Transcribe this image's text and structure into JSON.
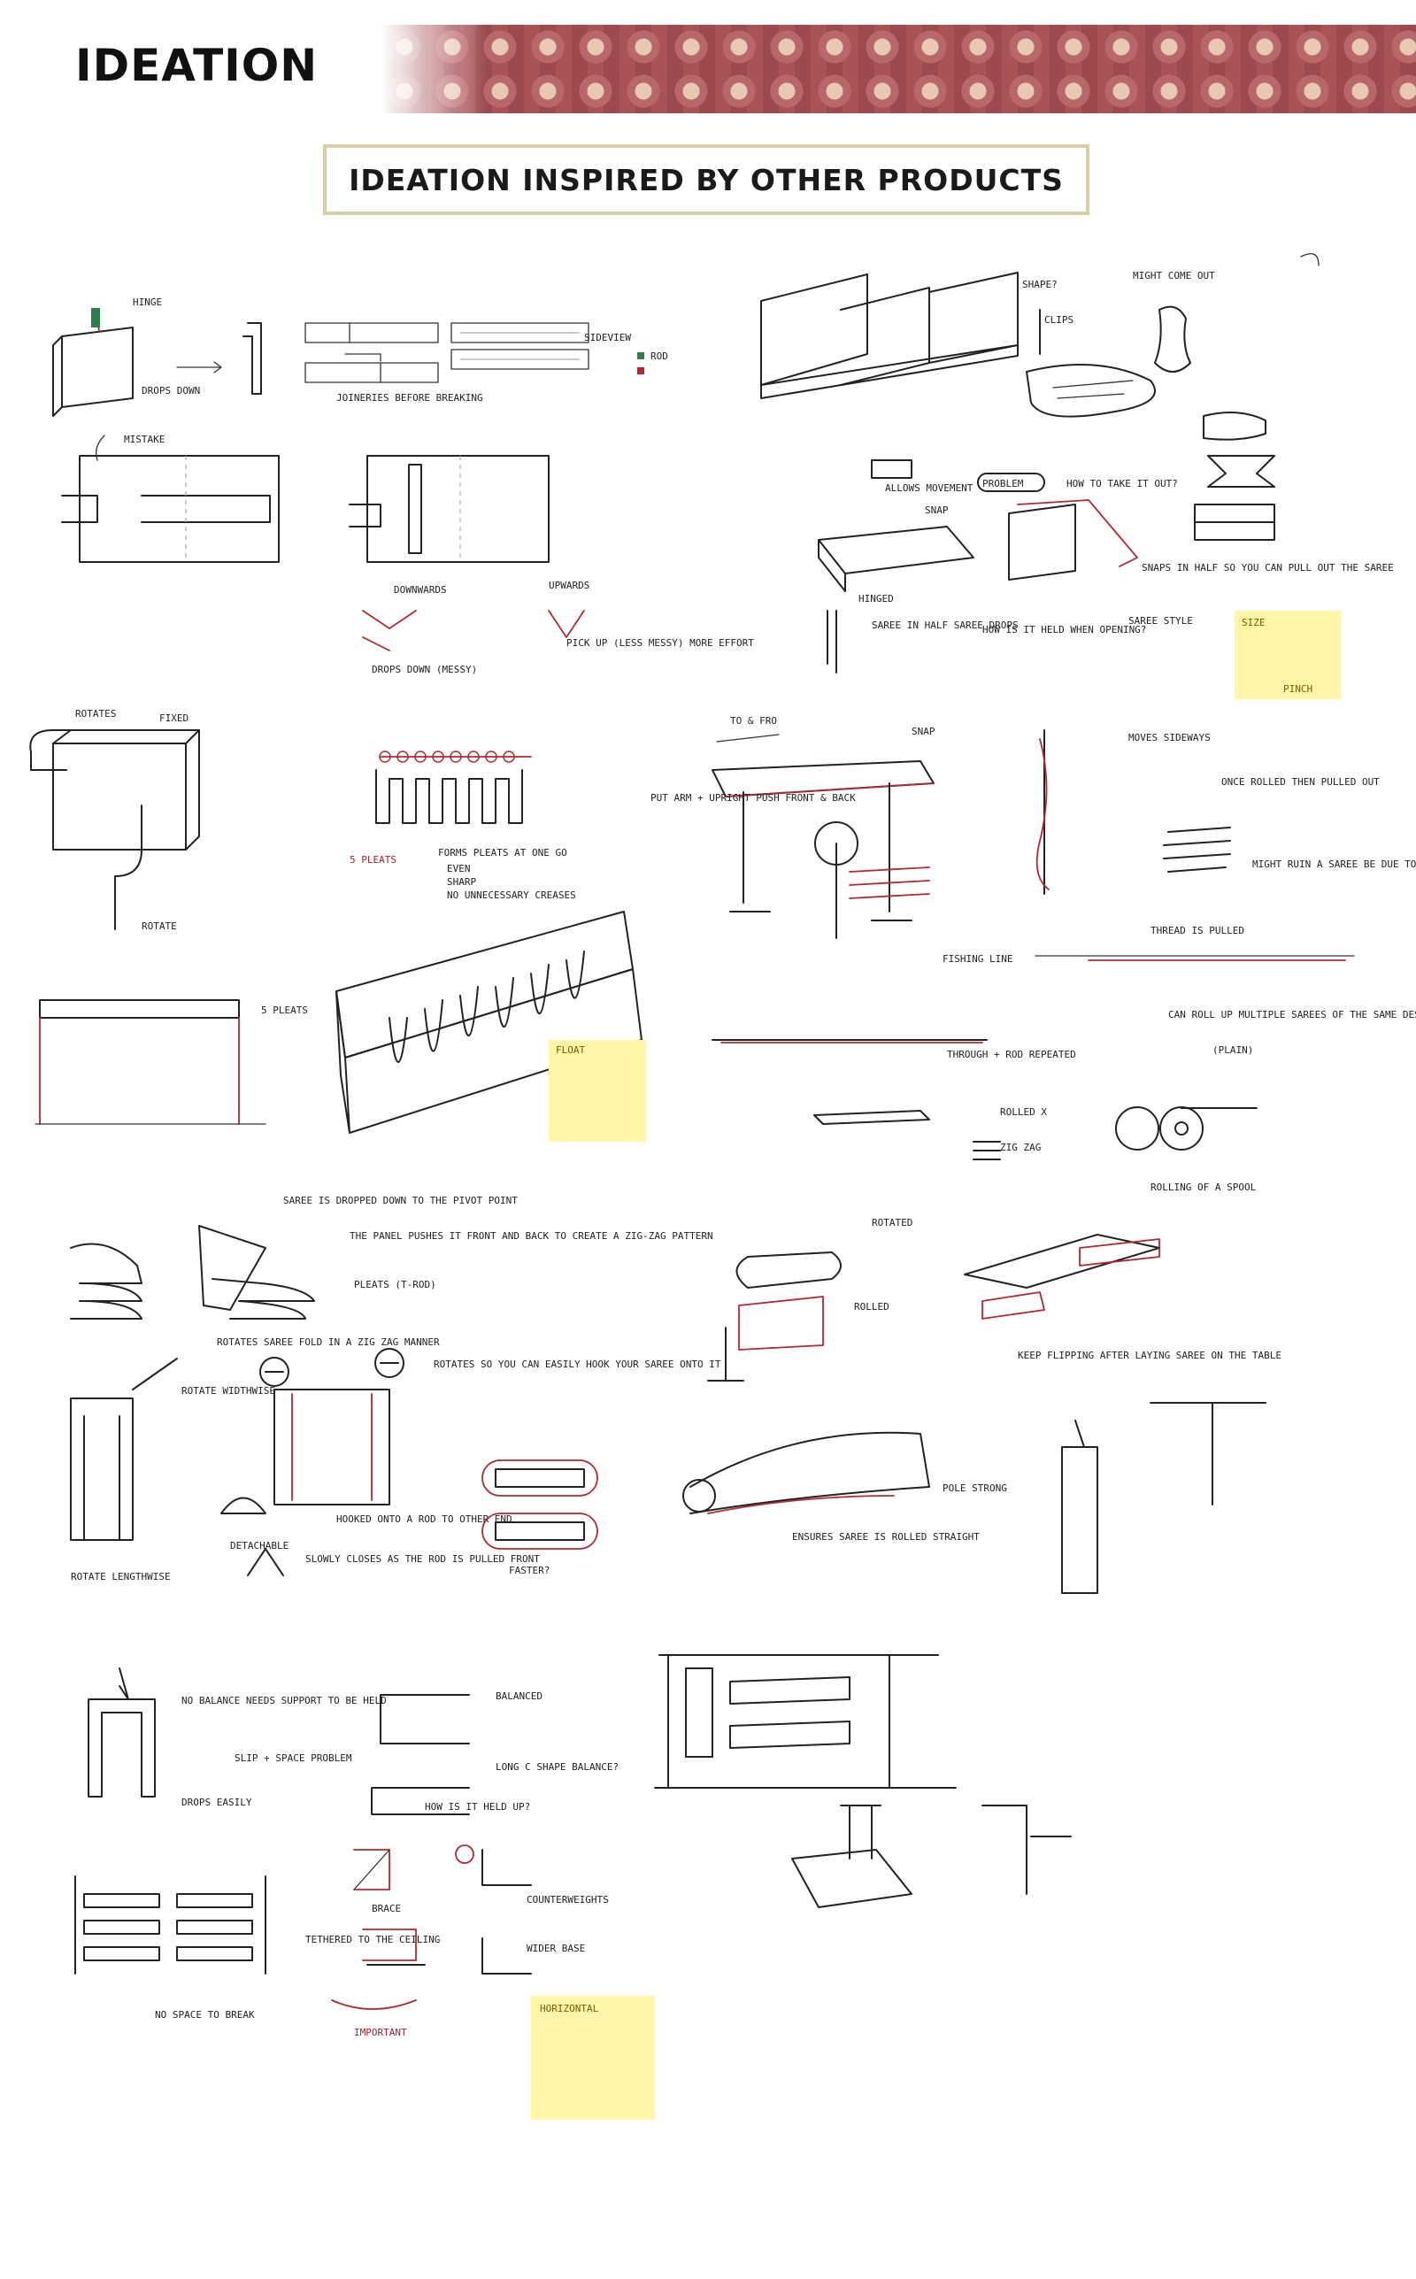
{
  "header": {
    "title": "IDEATION",
    "pattern_color": "#9c4a4f"
  },
  "section": {
    "title": "IDEATION INSPIRED BY OTHER PRODUCTS",
    "border_color": "#d9cfa6"
  },
  "colors": {
    "ink": "#222222",
    "red_ink": "#b02a33",
    "sticky_note": "#fff6a8"
  },
  "sketches": {
    "hinge": {
      "hinge": "HINGE",
      "drops_down": "DROPS DOWN",
      "joineries": "JOINERIES BEFORE BREAKING",
      "sideview": "SIDEVIEW",
      "rod": "ROD",
      "mistake": "MISTAKE",
      "downwards": "DOWNWARDS",
      "upwards": "UPWARDS",
      "drops_down_messy": "DROPS DOWN (MESSY)",
      "pick_up": "PICK UP (LESS MESSY) MORE EFFORT"
    },
    "clips": {
      "shape": "SHAPE?",
      "clips": "CLIPS",
      "might_come_out": "MIGHT COME OUT",
      "allows_movement": "ALLOWS MOVEMENT",
      "problem": "PROBLEM",
      "how_to_take_it_out": "HOW TO TAKE IT OUT?",
      "snap": "SNAP",
      "hinged": "HINGED",
      "saree_in_half": "SAREE IN HALF SAREE DROPS",
      "how_is_it_held": "HOW IS IT HELD WHEN OPENING?",
      "snaps_in_half": "SNAPS IN HALF SO YOU CAN PULL OUT THE SAREE",
      "saree_style": "SAREE STYLE",
      "size": "SIZE",
      "pinch": "PINCH"
    },
    "pleats": {
      "rotates": "ROTATES",
      "fixed": "FIXED",
      "rotate": "ROTATE",
      "pleats_at_one_go": "FORMS PLEATS AT ONE GO",
      "even": "EVEN",
      "sharp": "SHARP",
      "no_creases": "NO UNNECESSARY CREASES",
      "five_pleats": "5 PLEATS",
      "float": "FLOAT"
    },
    "push_arm": {
      "to_and_fro": "TO & FRO",
      "push_arm": "PUT ARM + UPRIGHT PUSH FRONT & BACK",
      "fishing_line": "FISHING LINE",
      "through_rod": "THROUGH + ROD REPEATED",
      "rolled": "ROLLED X",
      "zig_zag": "ZIG ZAG"
    },
    "spool": {
      "moves_sideways": "MOVES SIDEWAYS",
      "once_rolled": "ONCE ROLLED THEN PULLED OUT",
      "might_ruin": "MIGHT RUIN A SAREE BE DUE TO GRIP",
      "thread_is_pulled": "THREAD IS PULLED",
      "roll_up": "CAN ROLL UP MULTIPLE SAREES OF THE SAME DESIGN",
      "plain": "(PLAIN)",
      "rolling_spool": "ROLLING OF A SPOOL"
    },
    "fold": {
      "saree_dropped": "SAREE IS DROPPED DOWN TO THE PIVOT POINT",
      "panel_pushes": "THE PANEL PUSHES IT FRONT AND BACK TO CREATE A ZIG-ZAG PATTERN",
      "pleats_t_rod": "PLEATS (T-ROD)",
      "rotates_zigzag": "ROTATES SAREE FOLD IN A ZIG ZAG MANNER",
      "rotate_widthwise": "ROTATE WIDTHWISE",
      "rotates_hook": "ROTATES SO YOU CAN EASILY HOOK YOUR SAREE ONTO IT",
      "hooked_onto_rod": "HOOKED ONTO A ROD TO OTHER END",
      "detachable": "DETACHABLE",
      "slowly_closes": "SLOWLY CLOSES AS THE ROD IS PULLED FRONT",
      "faster": "FASTER?",
      "rotate_lengthwise": "ROTATE LENGTHWISE",
      "rotated": "ROTATED",
      "rolled": "ROLLED",
      "keep_flipping": "KEEP FLIPPING AFTER LAYING SAREE ON THE TABLE",
      "pole_strong": "POLE STRONG",
      "ensures_saree": "ENSURES SAREE IS ROLLED STRAIGHT"
    },
    "stand": {
      "no_balance": "NO BALANCE NEEDS SUPPORT TO BE HELD",
      "slip_space": "SLIP + SPACE PROBLEM",
      "drops_easily": "DROPS EASILY",
      "balanced": "BALANCED",
      "long_c_shape": "LONG C SHAPE BALANCE?",
      "how_held_up": "HOW IS IT HELD UP?",
      "brace": "BRACE",
      "counterweights": "COUNTERWEIGHTS",
      "tethered": "TETHERED TO THE CEILING",
      "wider_base": "WIDER BASE",
      "important": "IMPORTANT",
      "no_space": "NO SPACE TO BREAK",
      "horizontal": "HORIZONTAL"
    }
  }
}
